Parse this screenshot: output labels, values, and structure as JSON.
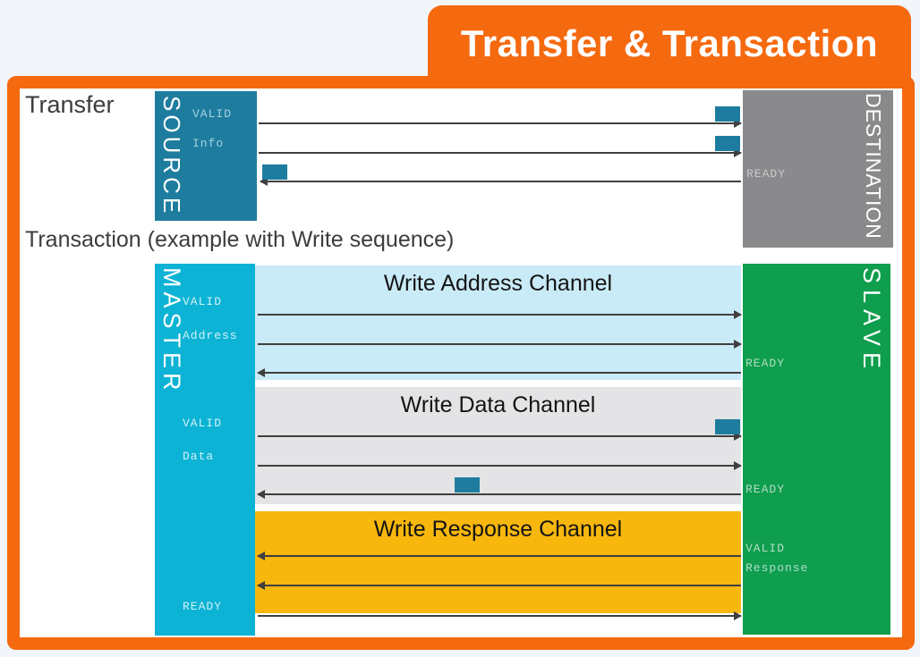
{
  "title": "Transfer & Transaction",
  "transfer": {
    "heading": "Transfer",
    "source_label": "SOURCE",
    "destination_label": "DESTINATION",
    "valid_label": "VALID",
    "info_label": "Info",
    "ready_label": "READY"
  },
  "transaction": {
    "heading": "Transaction (example with Write sequence)",
    "master_label": "MASTER",
    "slave_label": "SLAVE",
    "channels": {
      "address": {
        "title": "Write Address Channel",
        "valid": "VALID",
        "payload": "Address",
        "ready": "READY"
      },
      "data": {
        "title": "Write Data Channel",
        "valid": "VALID",
        "payload": "Data",
        "ready": "READY"
      },
      "response": {
        "title": "Write Response Channel",
        "valid": "VALID",
        "payload": "Response",
        "ready": "READY"
      }
    }
  },
  "colors": {
    "accent_orange": "#F5690F",
    "source_teal": "#1E7D9E",
    "destination_gray": "#8A8A8C",
    "master_cyan": "#0DB3D4",
    "slave_green": "#0E9E4D",
    "address_band_blue": "#C9EAF7",
    "data_band_gray": "#E4E4E6",
    "response_band_amber": "#F7B70D",
    "pulse_teal": "#1E7D9E"
  }
}
